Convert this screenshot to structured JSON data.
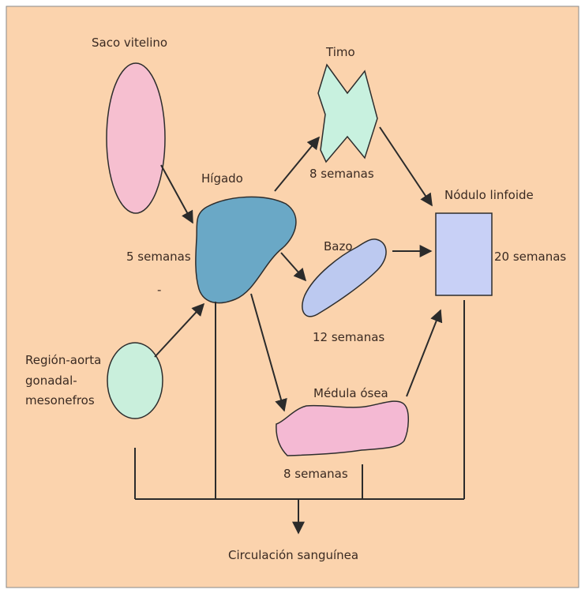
{
  "colors": {
    "background": "#fbd3ad",
    "border": "#8a8a8a",
    "yolk_sac": "#f6bfd0",
    "liver": "#6aa8c6",
    "thymus": "#c8f1df",
    "spleen": "#bcc9f0",
    "lymph_node": "#c8d0f6",
    "bone_marrow": "#f4b9d3",
    "agm": "#c9efdc"
  },
  "labels": {
    "yolk_sac": "Saco vitelino",
    "liver": "Hígado",
    "thymus": "Timo",
    "spleen": "Bazo",
    "lymph_node": "Nódulo linfoide",
    "bone_marrow": "Médula ósea",
    "agm_line1": "Región-aorta",
    "agm_line2": "gonadal-",
    "agm_line3": "mesonefros",
    "circulation": "Circulación sanguínea"
  },
  "weeks": {
    "liver": "5 semanas",
    "thymus": "8 semanas",
    "spleen": "12 semanas",
    "lymph_node": "20 semanas",
    "bone_marrow": "8 semanas"
  },
  "stray_mark": "-"
}
